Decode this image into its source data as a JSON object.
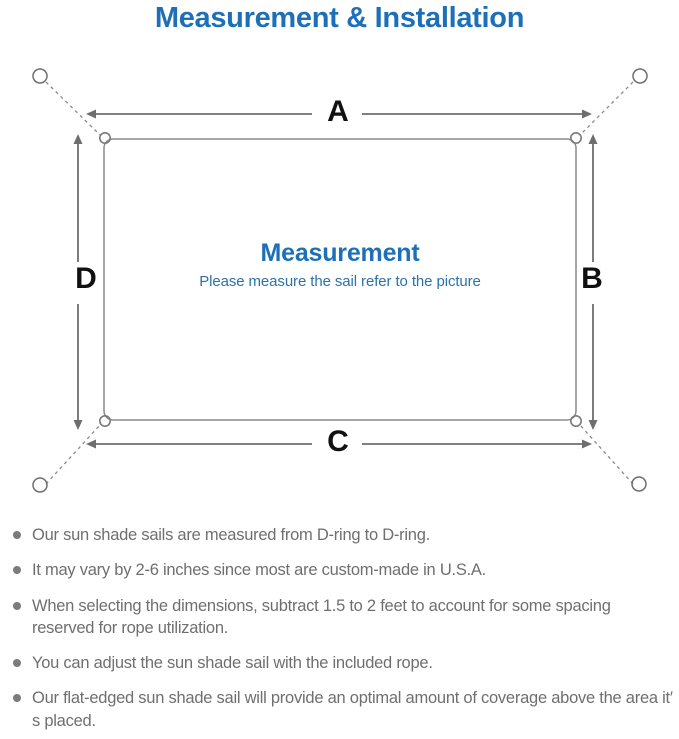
{
  "page": {
    "title": "Measurement & Installation",
    "title_color": "#1d70b7",
    "background": "#ffffff"
  },
  "diagram": {
    "name": "sun-shade-sail-measurement-diagram",
    "sail": {
      "center_title": "Measurement",
      "center_subtitle": "Please measure the sail refer to the picture",
      "stroke_color": "#8a8a8a",
      "title_color": "#1d70b7",
      "subtitle_color": "#2b72a8"
    },
    "dimension_labels": [
      {
        "id": "a",
        "text": "A",
        "position": "top",
        "orientation": "horizontal"
      },
      {
        "id": "b",
        "text": "B",
        "position": "right",
        "orientation": "vertical"
      },
      {
        "id": "c",
        "text": "C",
        "position": "bottom",
        "orientation": "horizontal"
      },
      {
        "id": "d",
        "text": "D",
        "position": "left",
        "orientation": "vertical"
      }
    ],
    "label_color": "#111111",
    "arrow_color": "#6e6e6e",
    "anchor_points": [
      {
        "id": "top-left",
        "label": "anchor-ring-top-left"
      },
      {
        "id": "top-right",
        "label": "anchor-ring-top-right"
      },
      {
        "id": "bottom-left",
        "label": "anchor-ring-bottom-left"
      },
      {
        "id": "bottom-right",
        "label": "anchor-ring-bottom-right"
      }
    ],
    "d_rings": [
      {
        "id": "sail-dring-top-left"
      },
      {
        "id": "sail-dring-top-right"
      },
      {
        "id": "sail-dring-bottom-left"
      },
      {
        "id": "sail-dring-bottom-right"
      }
    ]
  },
  "notes": {
    "text_color": "#6f6f6f",
    "bullet_color": "#7b7b7b",
    "items": [
      "Our sun shade sails are measured from D-ring to D-ring.",
      "It may vary by 2-6 inches since most are custom-made in U.S.A.",
      "When selecting the dimensions, subtract 1.5 to 2 feet to account for some spacing reserved for rope utilization.",
      "You can adjust the sun shade sail with the included rope.",
      "Our flat-edged sun shade sail will provide an optimal amount of coverage above the area it′ s placed."
    ]
  }
}
